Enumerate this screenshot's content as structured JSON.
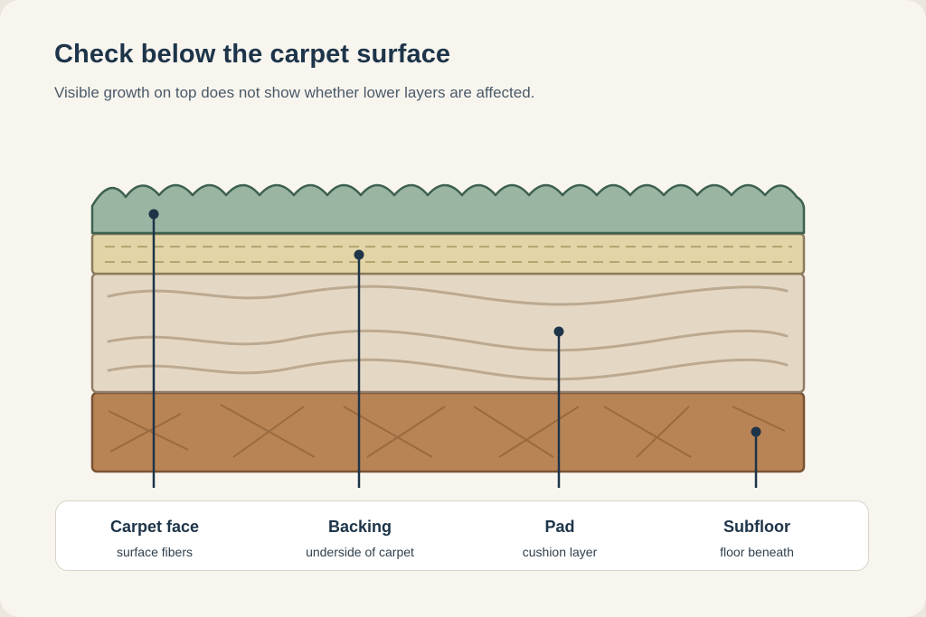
{
  "header": {
    "title": "Check below the carpet surface",
    "subtitle": "Visible growth on top does not show whether lower layers are affected."
  },
  "colors": {
    "carpet_face": "#9ab5a2",
    "carpet_face_stroke": "#3d6150",
    "backing": "#e2d4a6",
    "pad": "#e4d8c5",
    "subfloor": "#b98455",
    "leader": "#1d3449"
  },
  "layers": [
    {
      "name": "Carpet face",
      "desc": "surface fibers"
    },
    {
      "name": "Backing",
      "desc": "underside of carpet"
    },
    {
      "name": "Pad",
      "desc": "cushion layer"
    },
    {
      "name": "Subfloor",
      "desc": "floor beneath"
    }
  ]
}
